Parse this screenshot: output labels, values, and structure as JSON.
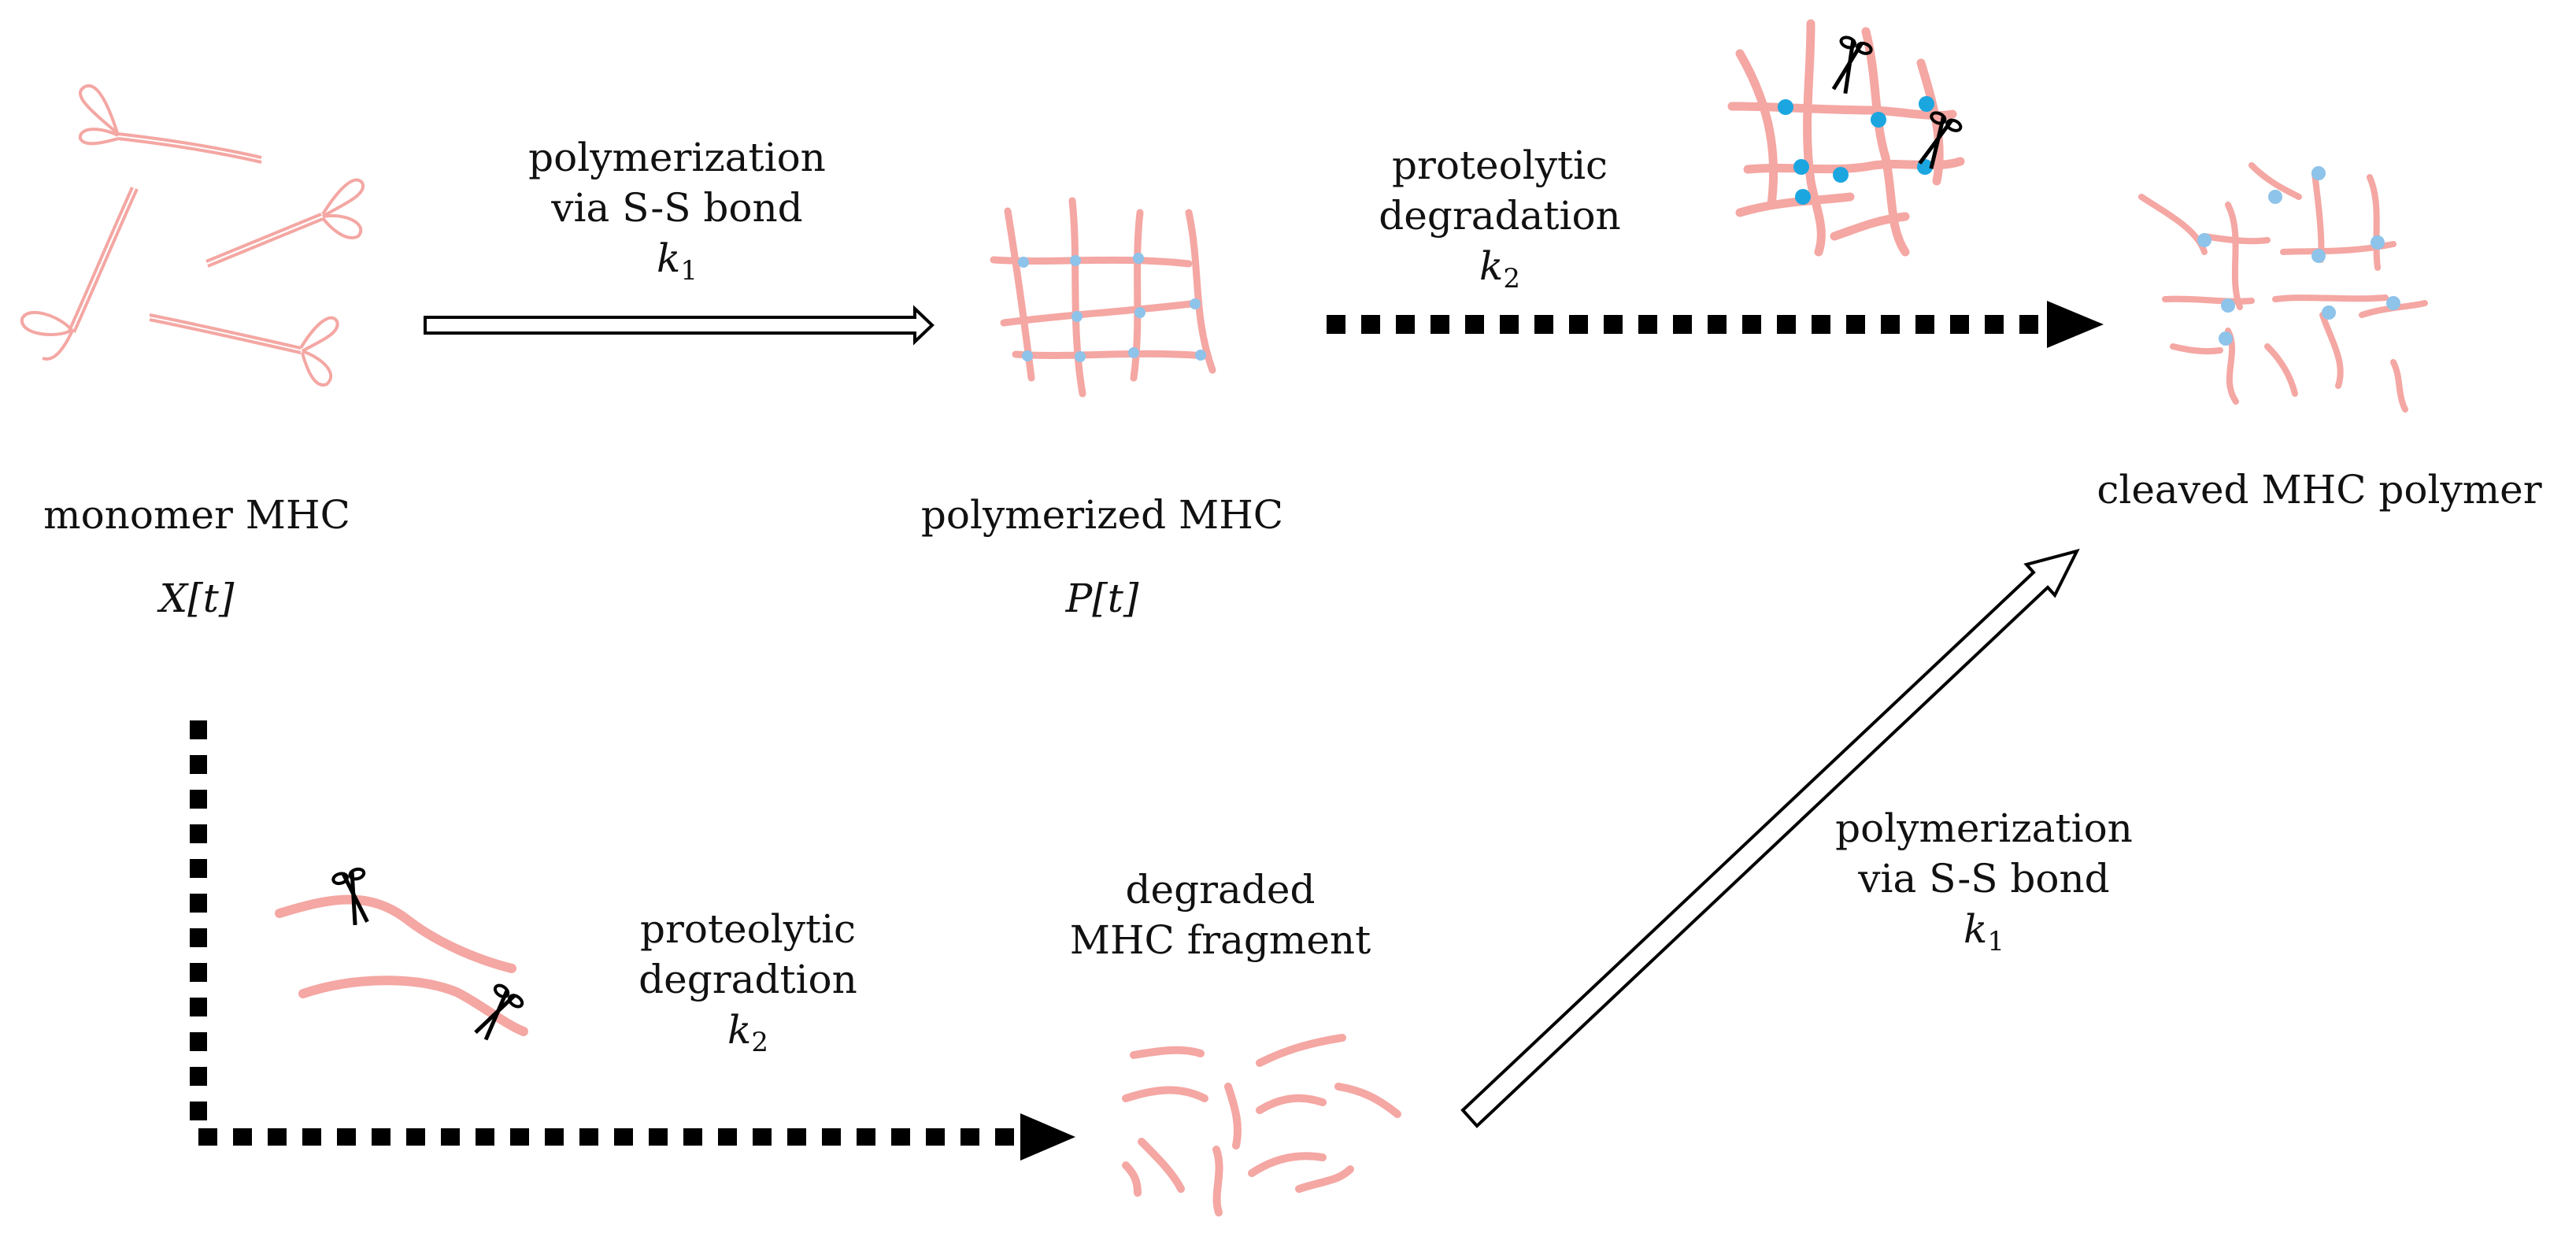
{
  "nodes": {
    "monomer": {
      "name": "monomer MHC",
      "symbol": "X",
      "arg": "t"
    },
    "polymerized": {
      "name": "polymerized MHC",
      "symbol": "P",
      "arg": "t"
    },
    "cleaved": {
      "name": "cleaved MHC polymer"
    },
    "fragment": {
      "line1": "degraded",
      "line2": "MHC fragment"
    }
  },
  "arrows": {
    "top_polymerization": {
      "line1": "polymerization",
      "line2": "via S-S bond",
      "rate": "k",
      "rate_sub": "1"
    },
    "top_degradation": {
      "line1": "proteolytic",
      "line2": "degradation",
      "rate": "k",
      "rate_sub": "2"
    },
    "bottom_degradation": {
      "line1": "proteolytic",
      "line2": "degradtion",
      "rate": "k",
      "rate_sub": "2"
    },
    "diagonal_polymerization": {
      "line1": "polymerization",
      "line2": "via S-S bond",
      "rate": "k",
      "rate_sub": "1"
    }
  },
  "colors": {
    "strand": "#f4a7a3",
    "crosslink": "#8ec3ea",
    "crosslink_bright": "#1ba6e0",
    "ink": "#000000"
  },
  "icons": {
    "cut": "scissors-icon"
  }
}
